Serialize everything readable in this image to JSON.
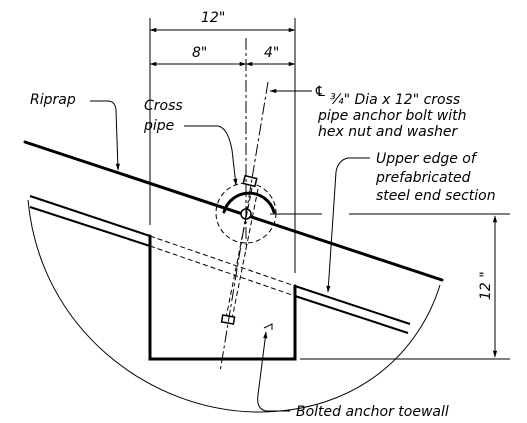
{
  "dimensions": {
    "total_width": "12\"",
    "left_width": "8\"",
    "right_width": "4\"",
    "toewall_height": "12 \""
  },
  "labels": {
    "riprap": "Riprap",
    "cross_pipe_line1": "Cross",
    "cross_pipe_line2": "pipe",
    "bolt_symbol_prefix": "℄",
    "bolt_line1": "¾\" Dia x 12\" cross",
    "bolt_line2": "pipe anchor bolt with",
    "bolt_line3": "hex nut and washer",
    "upper_edge_line1": "Upper edge of",
    "upper_edge_line2": "prefabricated",
    "upper_edge_line3": "steel end section",
    "toewall": "Bolted anchor toewall"
  }
}
